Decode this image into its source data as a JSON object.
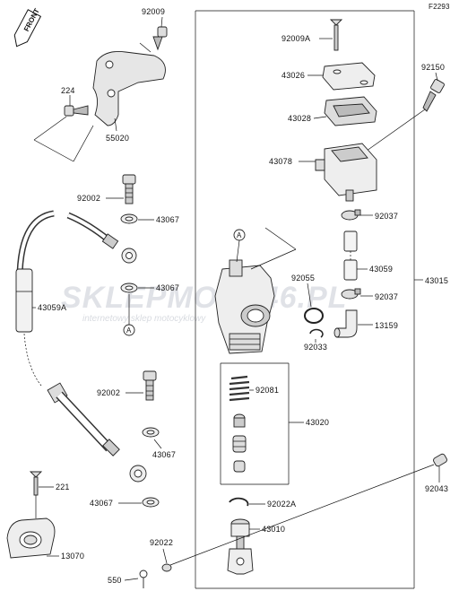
{
  "diagram_code": "F2293",
  "front_label": "FRONT",
  "watermark": {
    "brand": "SKLEPMOTO46.PL",
    "tagline": "internetowy sklep motocyklowy"
  },
  "callouts": {
    "a": "A"
  },
  "labels": {
    "p92009": "92009",
    "p224": "224",
    "p55020": "55020",
    "p92002_top": "92002",
    "p43067_1": "43067",
    "p43067_2": "43067",
    "p43059A": "43059A",
    "p92002_mid": "92002",
    "p43067_3": "43067",
    "p221": "221",
    "p43067_4": "43067",
    "p13070": "13070",
    "p92022": "92022",
    "p550": "550",
    "p92009A": "92009A",
    "p43026": "43026",
    "p92150": "92150",
    "p43028": "43028",
    "p43078": "43078",
    "p92037_1": "92037",
    "p43059": "43059",
    "p92055": "92055",
    "p43015": "43015",
    "p92037_2": "92037",
    "p13159": "13159",
    "p92033": "92033",
    "p92081": "92081",
    "p43020": "43020",
    "p92022A": "92022A",
    "p43010": "43010",
    "p92043": "92043"
  }
}
